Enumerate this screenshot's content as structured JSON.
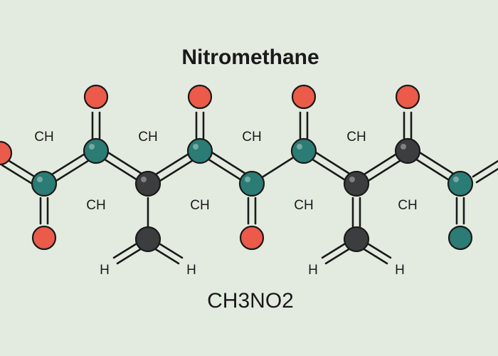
{
  "title": "Nitromethane",
  "formula": "CH3NO2",
  "atom_labels": {
    "ch": [
      "CH",
      "CH",
      "CH",
      "CH",
      "CH",
      "CH",
      "CH",
      "CH"
    ],
    "h": [
      "H",
      "H",
      "H",
      "H"
    ]
  },
  "colors": {
    "background": "#e3ebe0",
    "oxygen_red": "#ec5a4a",
    "nitrogen_teal": "#2b7c74",
    "carbon_dark": "#3c3d3e",
    "bond": "#1a1a1a"
  }
}
